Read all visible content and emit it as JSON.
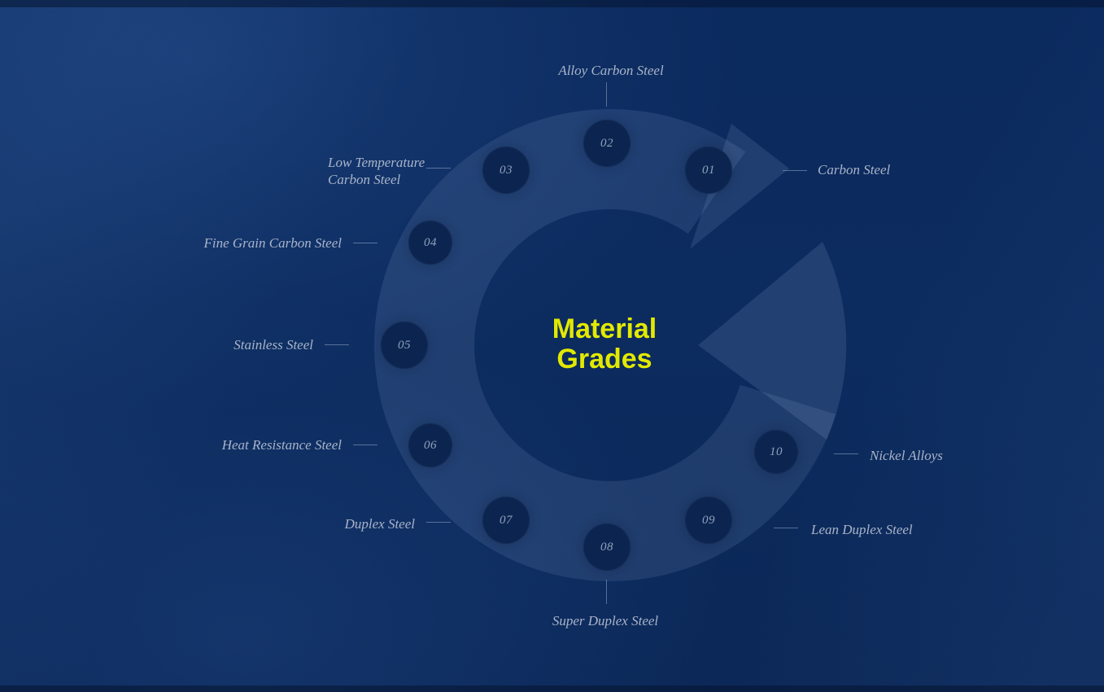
{
  "title": {
    "line1": "Material",
    "line2": "Grades"
  },
  "items": [
    {
      "number": "01",
      "label": "Carbon Steel"
    },
    {
      "number": "02",
      "label": "Alloy Carbon Steel"
    },
    {
      "number": "03",
      "label": "Low Temperature\nCarbon Steel"
    },
    {
      "number": "04",
      "label": "Fine Grain Carbon Steel"
    },
    {
      "number": "05",
      "label": "Stainless Steel"
    },
    {
      "number": "06",
      "label": "Heat Resistance Steel"
    },
    {
      "number": "07",
      "label": "Duplex Steel"
    },
    {
      "number": "08",
      "label": "Super Duplex Steel"
    },
    {
      "number": "09",
      "label": "Lean Duplex Steel"
    },
    {
      "number": "10",
      "label": "Nickel Alloys"
    }
  ],
  "colors": {
    "background": "#0c2a5c",
    "ring": "#1a3c70",
    "title": "#e2e900",
    "label": "#a9b4c9",
    "number": "#8fa0bb"
  }
}
